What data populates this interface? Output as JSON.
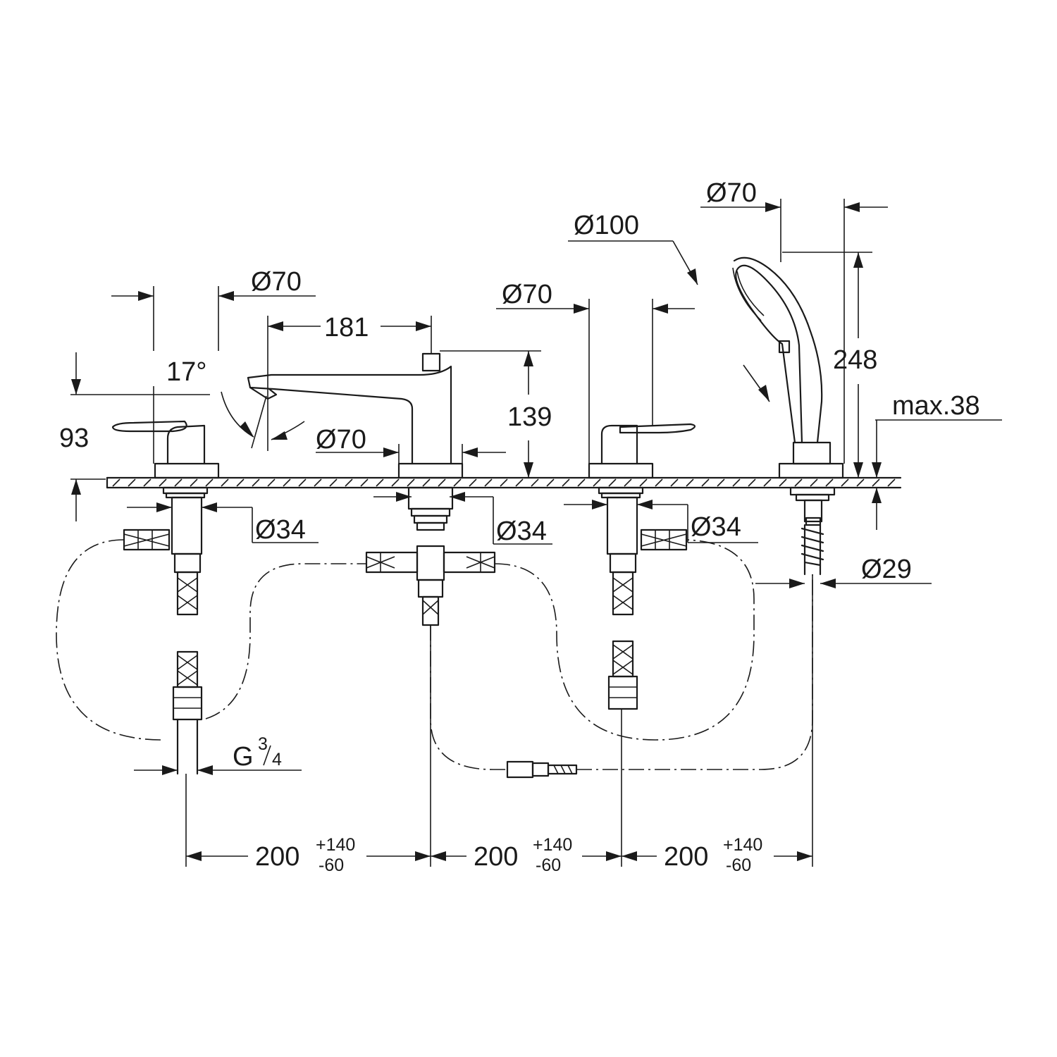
{
  "labels": {
    "dia_spout_top": "Ø70",
    "spout_reach": "181",
    "angle": "17°",
    "height_93": "93",
    "spout_height": "139",
    "dia_spout_base": "Ø70",
    "dia_right_valve": "Ø70",
    "dia_shower_head": "Ø70",
    "dia_shower_100": "Ø100",
    "shower_height": "248",
    "max_deck": "max.38",
    "dia_34_left": "Ø34",
    "dia_34_mid": "Ø34",
    "dia_34_right": "Ø34",
    "dia_29": "Ø29",
    "thread_G": "G",
    "thread_num": "3",
    "thread_den": "4",
    "spacing_1": "200",
    "spacing_2": "200",
    "spacing_3": "200",
    "tol_plus": "+140",
    "tol_minus": "-60"
  }
}
